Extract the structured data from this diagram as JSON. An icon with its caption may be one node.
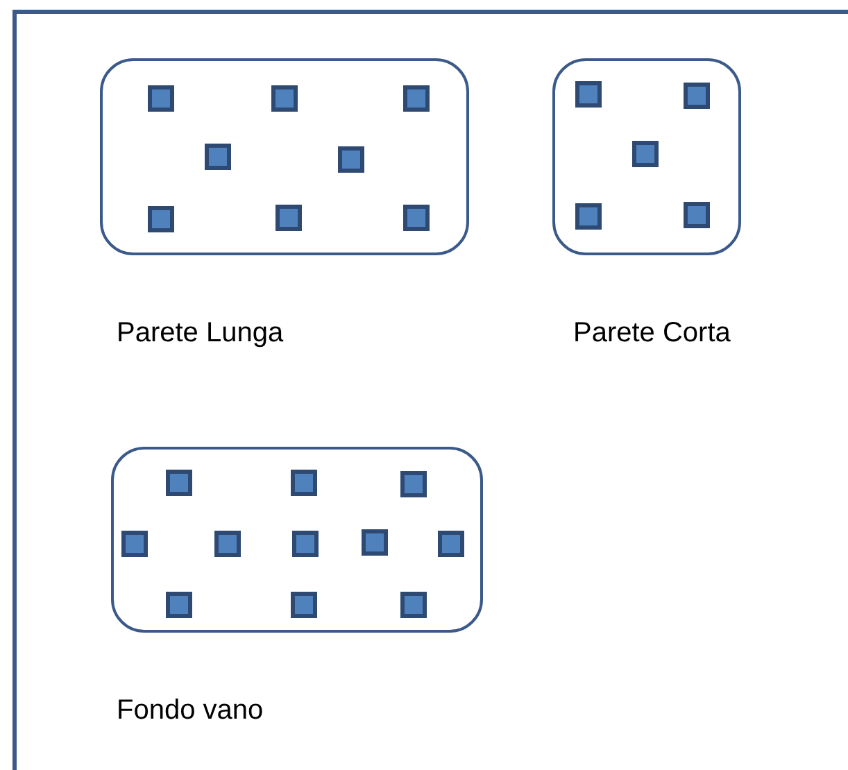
{
  "diagram": {
    "nodes": [
      {
        "text": [],
        "shape": "box",
        "beside": [
          "Parete Lunga"
        ]
      },
      {
        "text": [],
        "shape": "box",
        "beside": [
          "Parete Corta"
        ]
      },
      {
        "text": [],
        "shape": "box",
        "beside": [
          "Fondo vano"
        ]
      }
    ]
  }
}
